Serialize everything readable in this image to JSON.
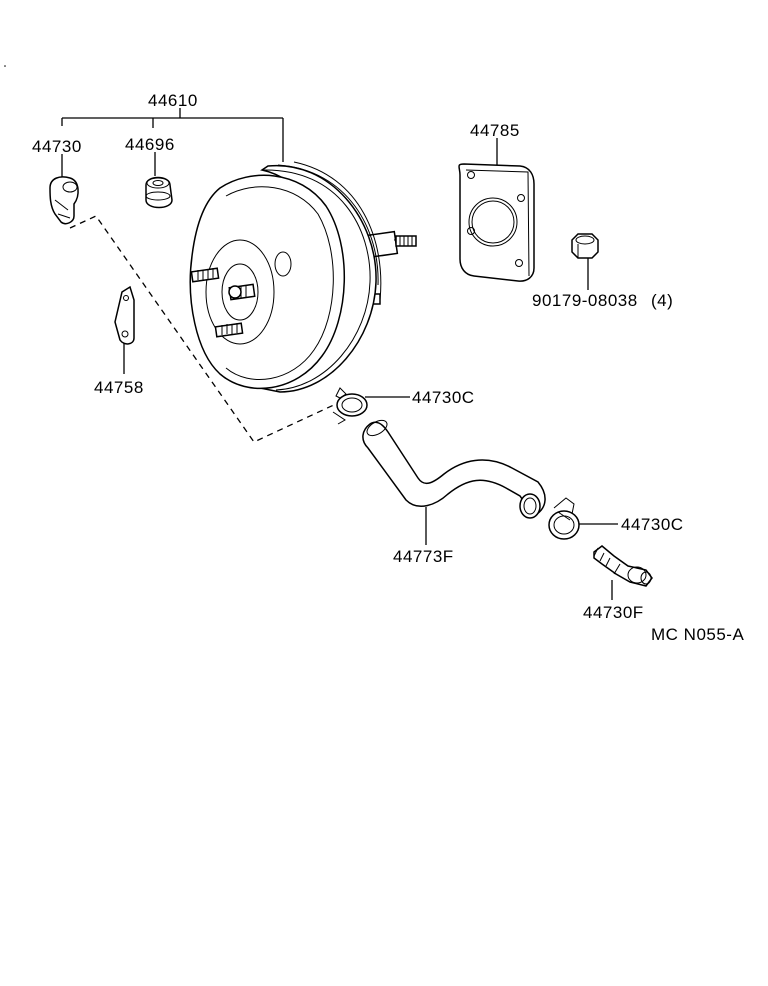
{
  "diagram": {
    "part_labels": {
      "booster_assembly": "44610",
      "check_valve": "44730",
      "grommet": "44696",
      "gasket": "44785",
      "nut": "90179-08038",
      "nut_qty": "(4)",
      "bracket": "44758",
      "clamp_upper": "44730C",
      "clamp_lower": "44730C",
      "vacuum_hose": "44773F",
      "union_fitting": "44730F"
    },
    "illustration_code": "MC N055-A"
  }
}
